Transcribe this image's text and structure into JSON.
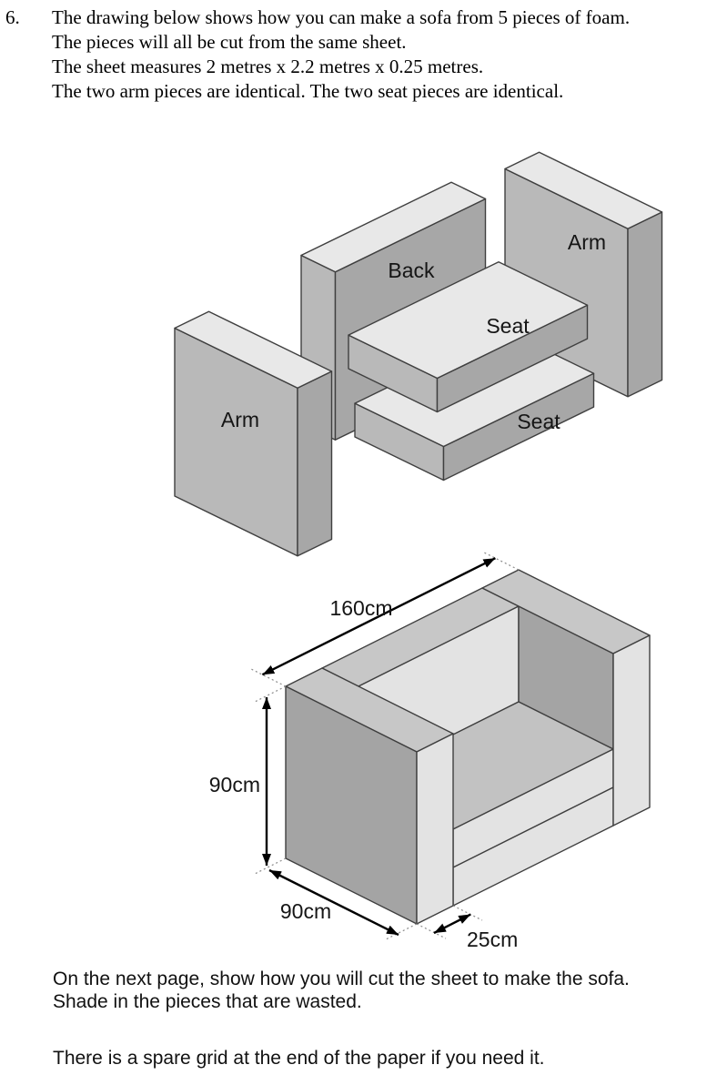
{
  "question": {
    "number": "6.",
    "lines": [
      "The drawing below shows how you can make a sofa from 5 pieces of foam.",
      "The pieces will all be cut from the same sheet.",
      "The sheet measures 2 metres x 2.2 metres x 0.25 metres.",
      "The two arm pieces are identical. The two seat pieces are identical."
    ]
  },
  "exploded_diagram": {
    "labels": {
      "arm_left": "Arm",
      "back": "Back",
      "seat_top": "Seat",
      "seat_bottom": "Seat",
      "arm_right": "Arm"
    }
  },
  "assembled_diagram": {
    "dimensions": {
      "width": "160cm",
      "height": "90cm",
      "depth": "90cm",
      "arm_thickness": "25cm"
    }
  },
  "footer": {
    "line1": "On the next page, show how you will cut the sheet to make the sofa.",
    "line2": "Shade in the pieces that are wasted.",
    "note": "There is a spare grid at the end of the paper if you need it."
  },
  "colors": {
    "exploded_top_face": "#e8e8e8",
    "exploded_front_face": "#b9b9b9",
    "exploded_side_face": "#a7a7a7",
    "assembled_top_face": "#c7c7c7",
    "assembled_light_face": "#e3e3e3",
    "assembled_dark_face": "#a4a4a4",
    "edge": "#3f3f3f"
  }
}
